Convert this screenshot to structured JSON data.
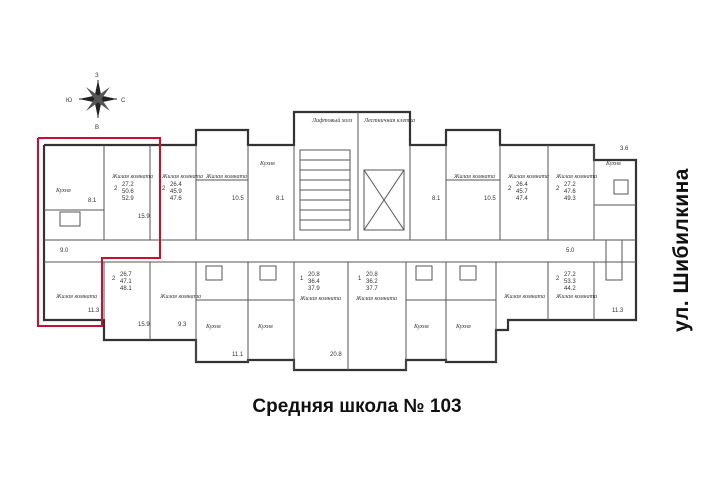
{
  "compass": {
    "n": "З",
    "w": "Ю",
    "e": "С",
    "s": "В"
  },
  "street_label": "ул. Шибилкина",
  "school_label": "Средняя школа № 103",
  "highlight_color": "#c8102e",
  "room_labels": {
    "kitchen": "Кухня",
    "living": "Жилая комната",
    "elevator_hall": "Лифтовый холл",
    "stair_cell": "Лестничная клетка",
    "lobby": "Лифтовый холл"
  },
  "apartments": [
    {
      "rooms": "2",
      "a": "27.2",
      "b": "50.6",
      "c": "52.9"
    },
    {
      "rooms": "2",
      "a": "26.4",
      "b": "45.9",
      "c": "47.6"
    },
    {
      "rooms": "2",
      "a": "26.7",
      "b": "47.1",
      "c": "48.1"
    },
    {
      "rooms": "1",
      "a": "20.8",
      "b": "36.4",
      "c": "37.9"
    },
    {
      "rooms": "1",
      "a": "20.8",
      "b": "36.2",
      "c": "37.7"
    },
    {
      "rooms": "2",
      "a": "26.4",
      "b": "45.7",
      "c": "47.4"
    },
    {
      "rooms": "2",
      "a": "27.2",
      "b": "47.6",
      "c": "49.3"
    },
    {
      "rooms": "2",
      "a": "27.2",
      "b": "53.3",
      "c": "44.2"
    }
  ],
  "room_areas": [
    "8.1",
    "15.9",
    "9.0",
    "10.5",
    "8.1",
    "11.3",
    "15.9",
    "9.3",
    "10.5",
    "8.1",
    "20.8",
    "5.0",
    "11.3",
    "3.6",
    "11.1"
  ]
}
